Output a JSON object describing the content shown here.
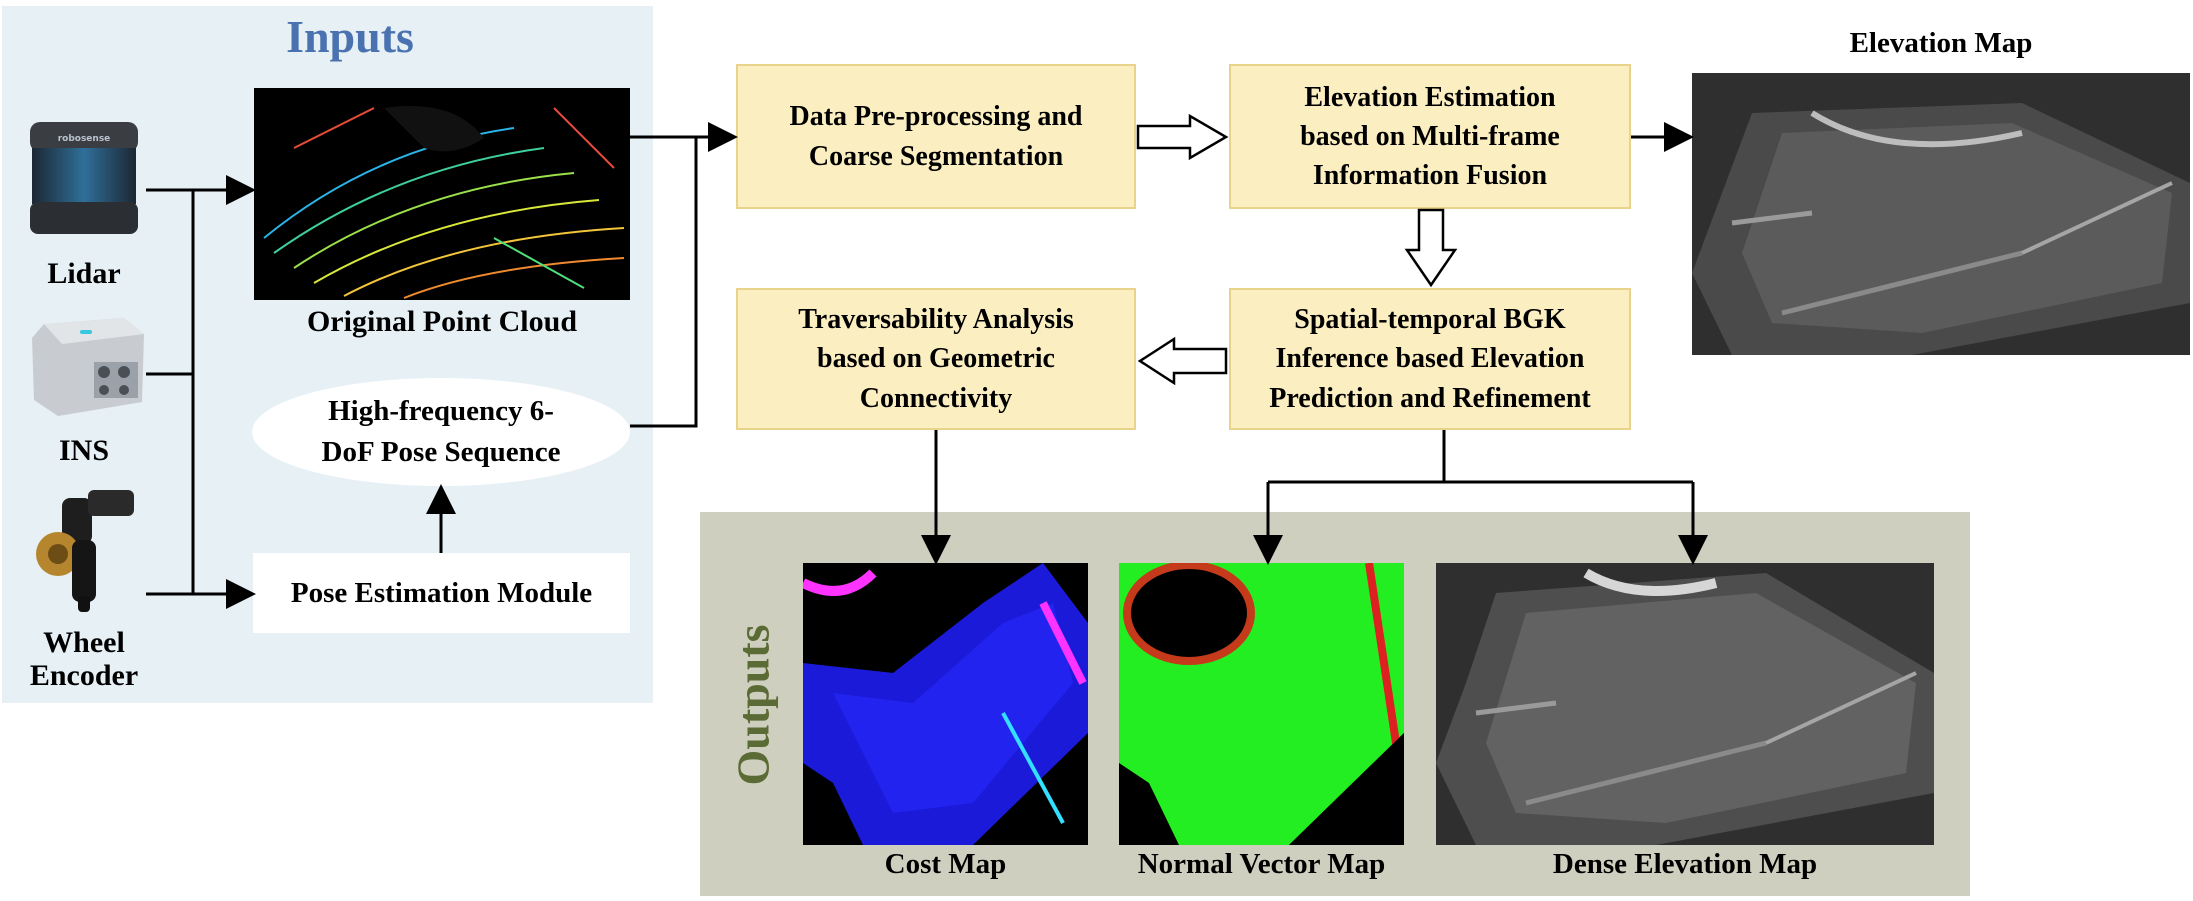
{
  "panels": {
    "inputs_title": "Inputs",
    "outputs_title": "Outputs"
  },
  "sensors": {
    "lidar": "Lidar",
    "ins": "INS",
    "wheel_encoder_line1": "Wheel",
    "wheel_encoder_line2": "Encoder"
  },
  "inputs": {
    "point_cloud_caption": "Original Point Cloud",
    "pose_sequence_line1": "High-frequency 6-",
    "pose_sequence_line2": "DoF Pose Sequence",
    "pose_module": "Pose Estimation Module"
  },
  "process": {
    "preprocess_line1": "Data Pre-processing and",
    "preprocess_line2": "Coarse Segmentation",
    "elevation_line1": "Elevation Estimation",
    "elevation_line2": "based on Multi-frame",
    "elevation_line3": "Information Fusion",
    "bgk_line1": "Spatial-temporal BGK",
    "bgk_line2": "Inference based Elevation",
    "bgk_line3": "Prediction and Refinement",
    "trav_line1": "Traversability Analysis",
    "trav_line2": "based on Geometric",
    "trav_line3": "Connectivity"
  },
  "maps": {
    "elevation_map": "Elevation Map",
    "cost_map": "Cost Map",
    "normal_map": "Normal Vector Map",
    "dense_map": "Dense Elevation Map"
  },
  "colors": {
    "inputs_panel": "#e6f0f5",
    "outputs_panel": "#cfcfbf",
    "process_box": "#fbeec1",
    "inputs_title": "#4a72b0",
    "outputs_title": "#5b6b35"
  }
}
